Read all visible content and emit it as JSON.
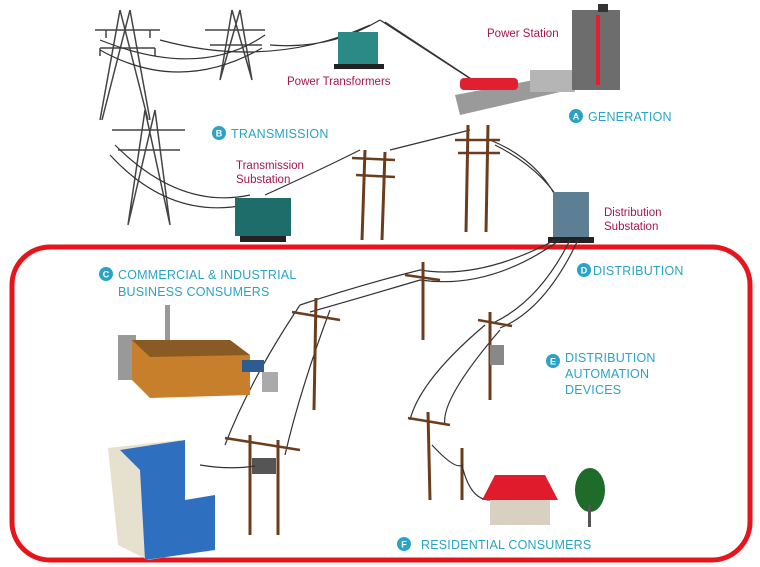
{
  "labels": {
    "power_station": "Power Station",
    "power_transformers": "Power Transformers",
    "transmission_substation": [
      "Transmission",
      "Substation"
    ],
    "distribution_substation": [
      "Distribution",
      "Substation"
    ]
  },
  "stages": {
    "a": {
      "badge": "A",
      "text": [
        "GENERATION"
      ]
    },
    "b": {
      "badge": "B",
      "text": [
        "TRANSMISSION"
      ]
    },
    "c": {
      "badge": "C",
      "text": [
        "COMMERCIAL & INDUSTRIAL",
        "BUSINESS CONSUMERS"
      ]
    },
    "d": {
      "badge": "D",
      "text": [
        "DISTRIBUTION"
      ]
    },
    "e": {
      "badge": "E",
      "text": [
        "DISTRIBUTION",
        "AUTOMATION",
        "DEVICES"
      ]
    },
    "f": {
      "badge": "F",
      "text": [
        "RESIDENTIAL CONSUMERS"
      ]
    }
  },
  "colors": {
    "highlight": "#e8141b",
    "stage_text": "#2aa3c6",
    "label_text": "#a3174d"
  }
}
